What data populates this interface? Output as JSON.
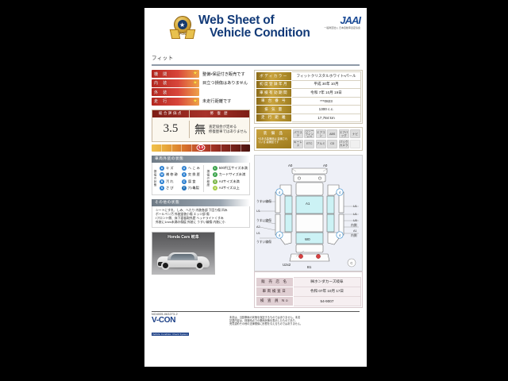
{
  "header": {
    "title_line1": "Web Sheet of",
    "title_line2": "Vehicle Condition",
    "emblem_text": "FCN",
    "brand_mark": "JAAI",
    "brand_sub": "一般財団法人 日本自動車査定協会",
    "model_name": "フィット"
  },
  "ratings": [
    {
      "label": "機 関",
      "stars": "★",
      "comment": "整備・保証付き販売です"
    },
    {
      "label": "内 装",
      "stars": "★",
      "comment": "目立つ損傷はありません"
    },
    {
      "label": "外 装",
      "stars": "",
      "comment": ""
    },
    {
      "label": "走 行",
      "stars": "★",
      "comment": "未走行距離です"
    }
  ],
  "score": {
    "head_left": "総合評価点",
    "head_right": "修 復 歴",
    "value": "3.5",
    "repair_kanji": "無",
    "repair_note_line1": "査定協会が定める",
    "repair_note_line2": "修復歴車ではありません",
    "scale_marker": "3.5"
  },
  "spec": {
    "rows": [
      {
        "key": "ボディカラー",
        "value": "フィットクリスタルホワイト・パール"
      },
      {
        "key": "初度登録年月",
        "value": "平成 30年 10月"
      },
      {
        "key": "車検有効期間",
        "value": "令和 7年 10月 19日"
      },
      {
        "key": "車 台 番 号",
        "value": "***0823"
      },
      {
        "key": "排  気  量",
        "value": "1300 c.c."
      },
      {
        "key": "走 行 距 離",
        "value": "17,784 km"
      }
    ]
  },
  "equipment": {
    "label": "装 備 品",
    "desc": "*のある装備品は\n装備されている\n装備品です",
    "items": [
      {
        "name": "パワステ",
        "on": true
      },
      {
        "name": "パワーウィンドウ",
        "on": true
      },
      {
        "name": "エアコン",
        "on": true
      },
      {
        "name": "ABS",
        "on": true
      },
      {
        "name": "エアバッグ",
        "on": true
      },
      {
        "name": "ナビ",
        "on": true
      },
      {
        "name": "キーレス",
        "on": true
      },
      {
        "name": "ETC",
        "on": true
      },
      {
        "name": "アルミ",
        "on": true
      },
      {
        "name": "CD",
        "on": true
      },
      {
        "name": "バックカメラ",
        "on": true
      },
      {
        "name": "",
        "on": false
      }
    ]
  },
  "legend": {
    "title": "車両外装の状態",
    "left_axis": "損傷の状態",
    "right_axis": "損傷の程度",
    "damage_types": [
      {
        "code": "A",
        "label": "キ ズ"
      },
      {
        "code": "U",
        "label": "へ こ み"
      },
      {
        "code": "W",
        "label": "補 修 跡"
      },
      {
        "code": "X",
        "label": "交 換 歴"
      },
      {
        "code": "B",
        "label": "汚 れ"
      },
      {
        "code": "C",
        "label": "腐 食"
      },
      {
        "code": "S",
        "label": "さ び"
      },
      {
        "code": "T",
        "label": "穴・亀裂"
      }
    ],
    "sizes": [
      {
        "code": "1",
        "label": "500円玉サイズ未満"
      },
      {
        "code": "2",
        "label": "カードサイズ未満"
      },
      {
        "code": "3",
        "label": "A4サイズ未満"
      },
      {
        "code": "4",
        "label": "A4サイズ以上"
      }
    ]
  },
  "notes": {
    "title": "その他の状態",
    "lines": [
      "シートにすれ、しみ、ヘたり 内装各部 下回り傷 凹み",
      "ボールペン汚 外装塗装小傷 エッジ部 傷",
      "Ⅰフロント側、床下面板取外歴 ヘッドライトくすみ",
      "外装に1mm未満の傷痕 外装に うすい線傷 内装に小"
    ]
  },
  "photo": {
    "banner": "Honda Cars 岐阜"
  },
  "diagram": {
    "marks": [
      {
        "id": "m1",
        "text": "A0"
      },
      {
        "id": "m2",
        "text": "A0"
      },
      {
        "id": "m3",
        "text": "A1"
      },
      {
        "id": "m4",
        "text": "U1"
      },
      {
        "id": "m5",
        "text": "U1"
      },
      {
        "id": "m6",
        "text": "A2"
      },
      {
        "id": "m7",
        "text": "W0"
      },
      {
        "id": "m8",
        "text": "U2x2"
      },
      {
        "id": "m9",
        "text": "B1"
      },
      {
        "id": "m10",
        "text": "A1"
      },
      {
        "id": "m11",
        "text": "U0"
      },
      {
        "id": "m12",
        "text": "U1"
      }
    ],
    "labels_left": [
      "うすい線傷",
      "U1",
      "うすい線傷",
      "A2",
      "U1",
      "うすい線傷"
    ],
    "labels_right": [
      "U1",
      "U1",
      "U0",
      "内側",
      "A1",
      "内側"
    ],
    "circles": [
      "4",
      "4",
      "4",
      "4"
    ],
    "corner_mark": "C"
  },
  "dealer": {
    "rows": [
      {
        "key": "販 売 店 名",
        "value": "㈱ホンダカーズ岐阜"
      },
      {
        "key": "車両検査日",
        "value": "令和 07年 10月 17日"
      },
      {
        "key": "検 査 員 No",
        "value": "54-9007"
      }
    ]
  },
  "footer": {
    "ref_no": "NO4005-063273-2",
    "logo": "V-CON",
    "logo_sub": "Vehicle Condition Check System",
    "disclaimer": [
      "本書は、当該車両の状態を保証するものではありません。本書",
      "記載内容は、検査時点での車両状態を表示したものであり、",
      "売買契約その他の法律関係に影響を与えるものではありません。"
    ]
  },
  "colors": {
    "accent_blue": "#1b3f86",
    "rating_red": "#b3271f",
    "gold": "#c9a33c",
    "score_red": "#cf2027"
  }
}
